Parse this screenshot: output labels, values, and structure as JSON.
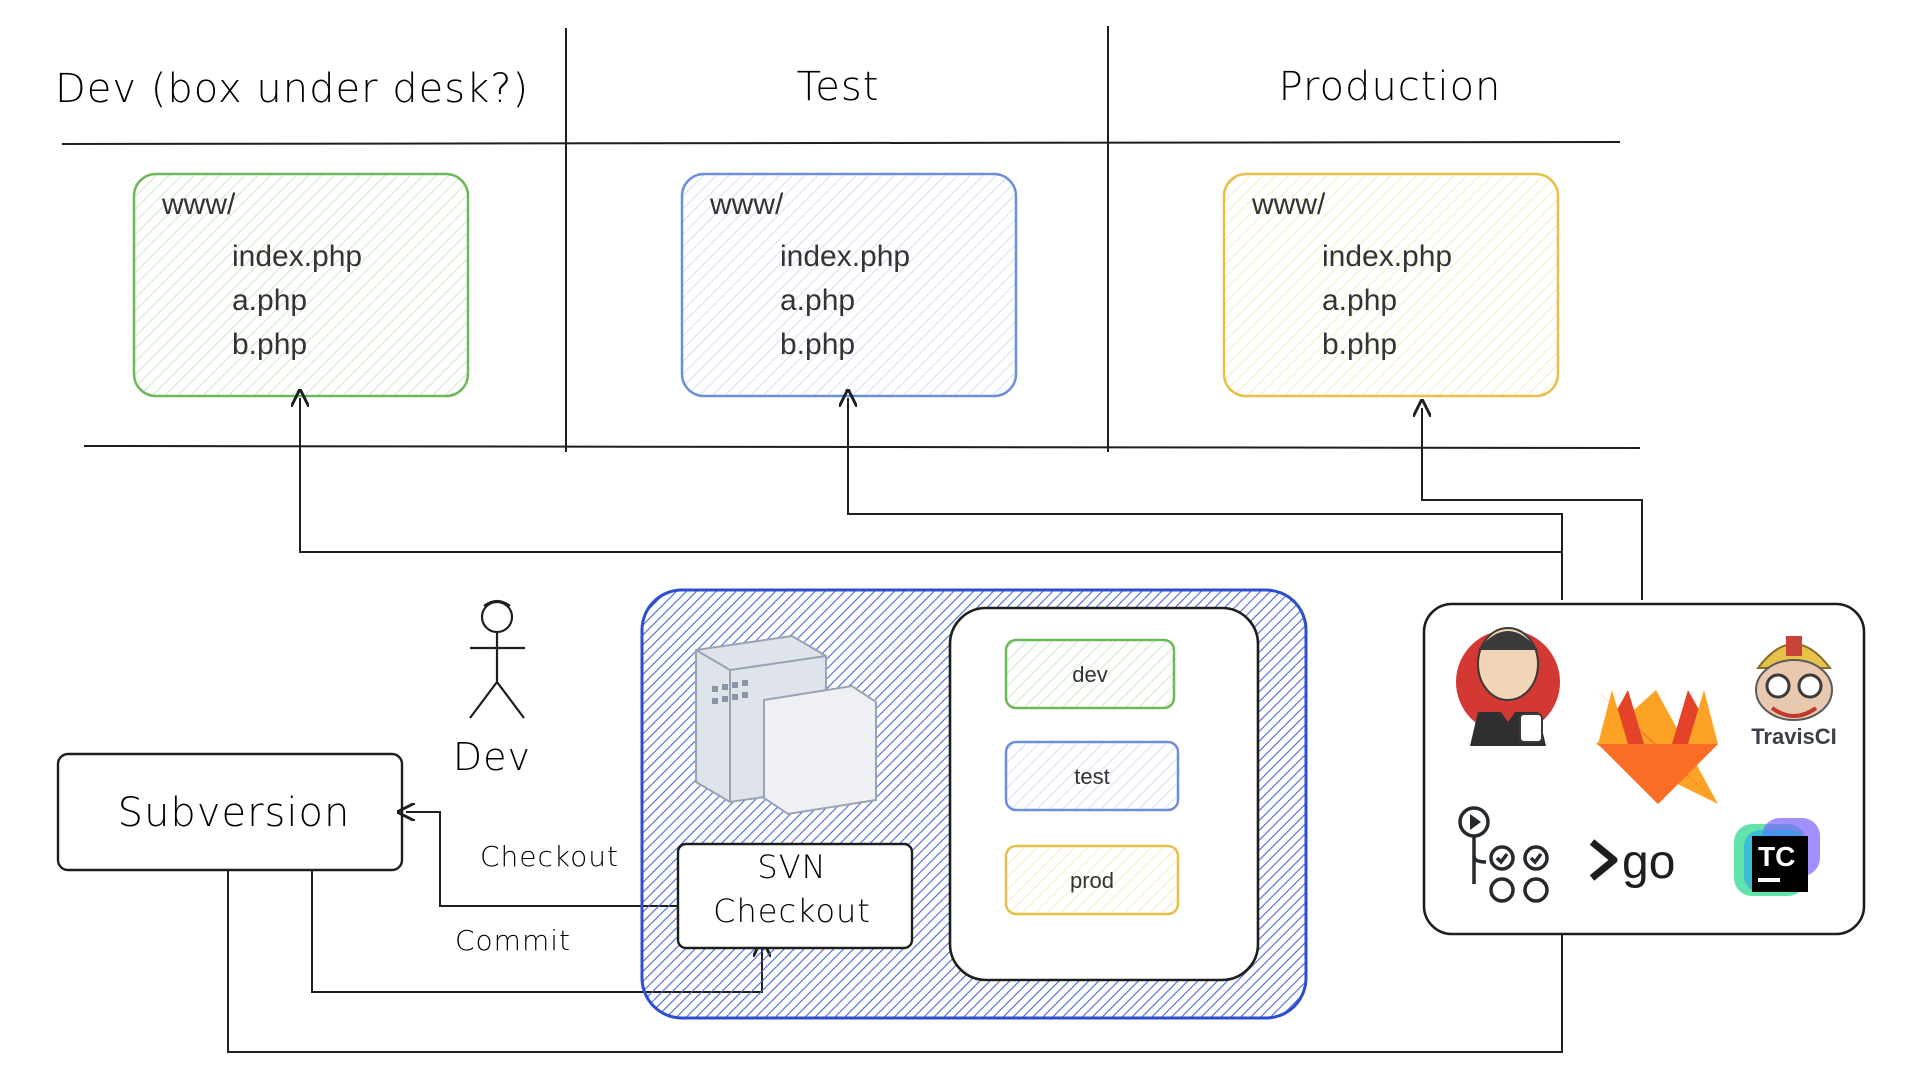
{
  "columns": [
    {
      "title": "Dev (box under desk?)"
    },
    {
      "title": "Test"
    },
    {
      "title": "Production"
    }
  ],
  "servers": [
    {
      "root": "www/",
      "files": [
        "index.php",
        "a.php",
        "b.php"
      ],
      "color": "#6cb85a"
    },
    {
      "root": "www/",
      "files": [
        "index.php",
        "a.php",
        "b.php"
      ],
      "color": "#6c8fd9"
    },
    {
      "root": "www/",
      "files": [
        "index.php",
        "a.php",
        "b.php"
      ],
      "color": "#e5c04a"
    }
  ],
  "actor": {
    "label": "Dev"
  },
  "subversion": {
    "label": "Subversion"
  },
  "svn_checkout": {
    "line1": "SVN",
    "line2": "Checkout"
  },
  "edges": {
    "checkout": "Checkout",
    "commit": "Commit"
  },
  "branches": [
    {
      "label": "dev",
      "color": "#6cb85a"
    },
    {
      "label": "test",
      "color": "#6c8fd9"
    },
    {
      "label": "prod",
      "color": "#e5c04a"
    }
  ],
  "ci_tools": {
    "icons": [
      "jenkins-icon",
      "gitlab-icon",
      "travisci-icon",
      "github-actions-icon",
      "gocd-icon",
      "teamcity-icon"
    ],
    "travis_label": "TravisCI",
    "go_label": "go",
    "teamcity_label": "TC"
  },
  "colors": {
    "blue_fill": "#3f5fd0",
    "stroke": "#1e1e1e"
  }
}
